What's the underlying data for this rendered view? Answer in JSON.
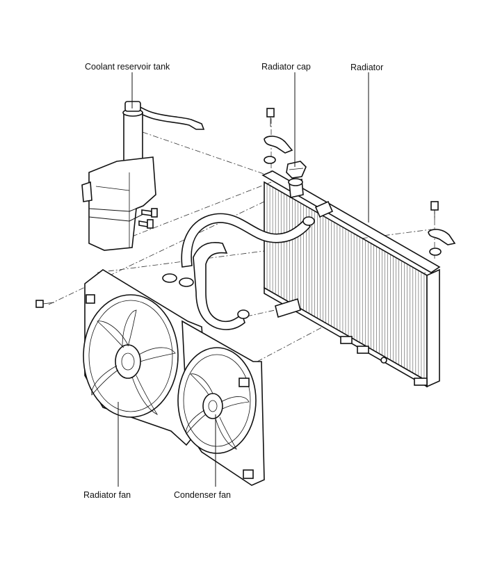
{
  "labels": {
    "coolant_reservoir_tank": "Coolant reservoir tank",
    "radiator_cap": "Radiator cap",
    "radiator": "Radiator",
    "radiator_fan": "Radiator fan",
    "condenser_fan": "Condenser fan"
  }
}
